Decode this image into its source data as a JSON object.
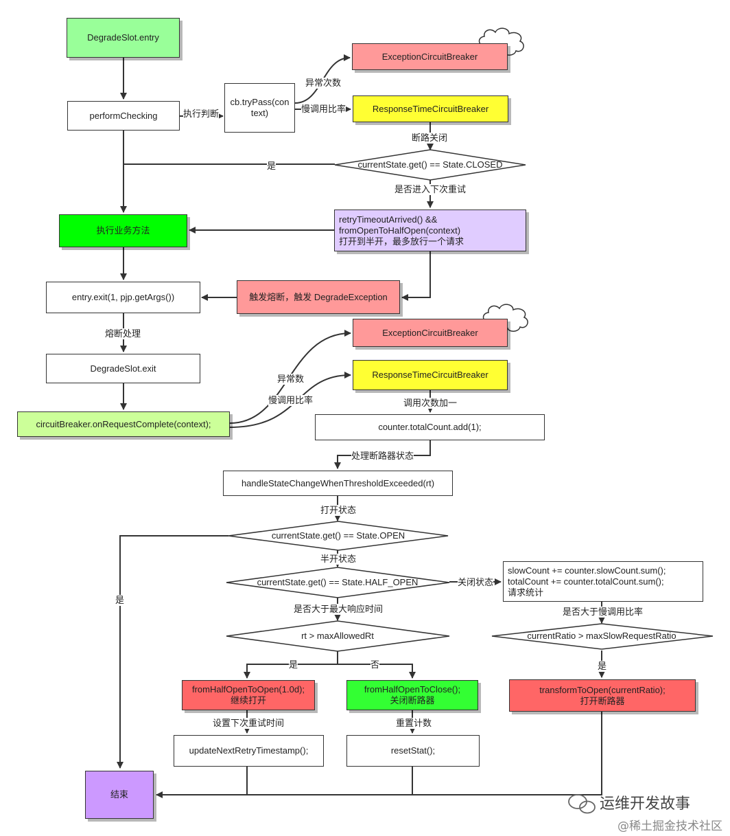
{
  "colors": {
    "green_light": "#99ff99",
    "green_bright": "#00ff00",
    "green_pale": "#ccff99",
    "red_soft": "#ff9999",
    "red_strong": "#ff6666",
    "yellow": "#ffff33",
    "purple_light": "#e0ccff",
    "purple": "#cc99ff",
    "line": "#333333"
  },
  "nodes": {
    "degrade_entry": "DegradeSlot.entry",
    "perform_checking": "performChecking",
    "try_pass": "cb.tryPass(context)",
    "exception_cb_1": "ExceptionCircuitBreaker",
    "response_time_cb_1": "ResponseTimeCircuitBreaker",
    "closed_check": "currentState.get() == State.CLOSED",
    "retry_lines": [
      "retryTimeoutArrived() &&",
      "fromOpenToHalfOpen(context)",
      "打开到半开，最多放行一个请求"
    ],
    "execute_business": "执行业务方法",
    "entry_exit": "entry.exit(1, pjp.getArgs())",
    "trigger_fuse": "触发熔断，触发 DegradeException",
    "degrade_exit": "DegradeSlot.exit",
    "on_request_complete": "circuitBreaker.onRequestComplete(context);",
    "exception_cb_2": "ExceptionCircuitBreaker",
    "response_time_cb_2": "ResponseTimeCircuitBreaker",
    "total_count_add": "counter.totalCount.add(1);",
    "handle_state_change": "handleStateChangeWhenThresholdExceeded(rt)",
    "open_check": "currentState.get() == State.OPEN",
    "half_open_check": "currentState.get() == State.HALF_OPEN",
    "stat_lines": [
      "slowCount += counter.slowCount.sum();",
      "totalCount += counter.totalCount.sum();",
      "请求统计"
    ],
    "rt_check": "rt > maxAllowedRt",
    "ratio_check": "currentRatio > maxSlowRequestRatio",
    "half_to_open_lines": [
      "fromHalfOpenToOpen(1.0d);",
      "继续打开"
    ],
    "half_to_close_lines": [
      "fromHalfOpenToClose();",
      "关闭断路器"
    ],
    "transform_open_lines": [
      "transformToOpen(currentRatio);",
      "打开断路器"
    ],
    "update_next_retry": "updateNextRetryTimestamp();",
    "reset_stat": "resetStat();",
    "end": "结束"
  },
  "labels": {
    "exec_judge": "执行判断",
    "abnormal_count": "异常次数",
    "slow_ratio_1": "慢调用比率",
    "breaker_closed": "断路关闭",
    "yes_1": "是",
    "enter_retry": "是否进入下次重试",
    "fuse_handle": "熔断处理",
    "abnormal_count_2": "异常数",
    "slow_ratio_2": "慢调用比率",
    "call_count_plus": "调用次数加一",
    "handle_breaker_state": "处理断路器状态",
    "open_state": "打开状态",
    "half_open_state": "半开状态",
    "closed_state": "关闭状态",
    "yes_2": "是",
    "over_max_rt": "是否大于最大响应时间",
    "over_slow_ratio": "是否大于慢调用比率",
    "yes_3": "是",
    "no_1": "否",
    "yes_4": "是",
    "set_next_retry": "设置下次重试时间",
    "reset_count": "重置计数"
  },
  "watermark": {
    "brand": "运维开发故事",
    "site": "@稀土掘金技术社区"
  }
}
